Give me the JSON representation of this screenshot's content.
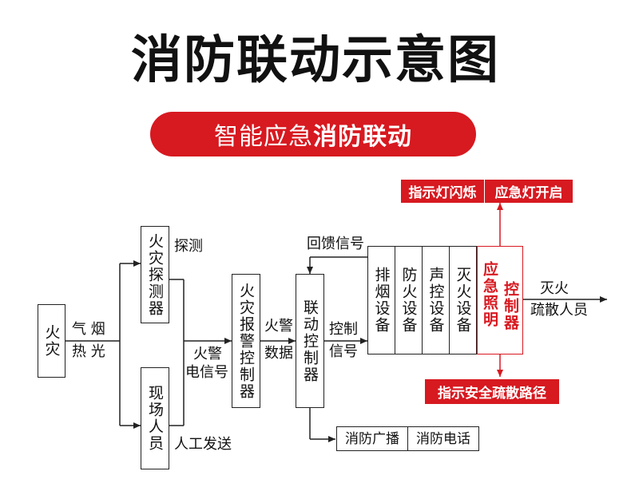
{
  "title": "消防联动示意图",
  "banner": {
    "light": "智能应急",
    "bold": "消防联动"
  },
  "nodes": {
    "fire": "火灾",
    "detector": "火灾探测器",
    "onsite": "现场人员",
    "alarm_controller": "火灾报警控制器",
    "linkage_controller": "联动控制器",
    "smoke_exhaust": "排烟设备",
    "fire_prevention": "防火设备",
    "sound_control": "声控设备",
    "extinguish": "灭火设备",
    "emergency_lighting_a": "应急照明",
    "emergency_lighting_b": "控制器",
    "indicator_flash": "指示灯闪烁",
    "emergency_on": "应急灯开启",
    "evac_route": "指示安全疏散路径",
    "broadcast": "消防广播",
    "phone": "消防电话"
  },
  "labels": {
    "gas_smoke": "气 烟",
    "heat_light": "热 光",
    "detect": "探测",
    "manual_send": "人工发送",
    "alarm_signal_1": "火警",
    "alarm_signal_2": "电信号",
    "alarm_data_1": "火警",
    "alarm_data_2": "数据",
    "control_signal_1": "控制",
    "control_signal_2": "信号",
    "feedback": "回馈信号",
    "extinguish_out_1": "灭火",
    "extinguish_out_2": "疏散人员"
  },
  "colors": {
    "accent": "#d71920",
    "line": "#222222"
  }
}
